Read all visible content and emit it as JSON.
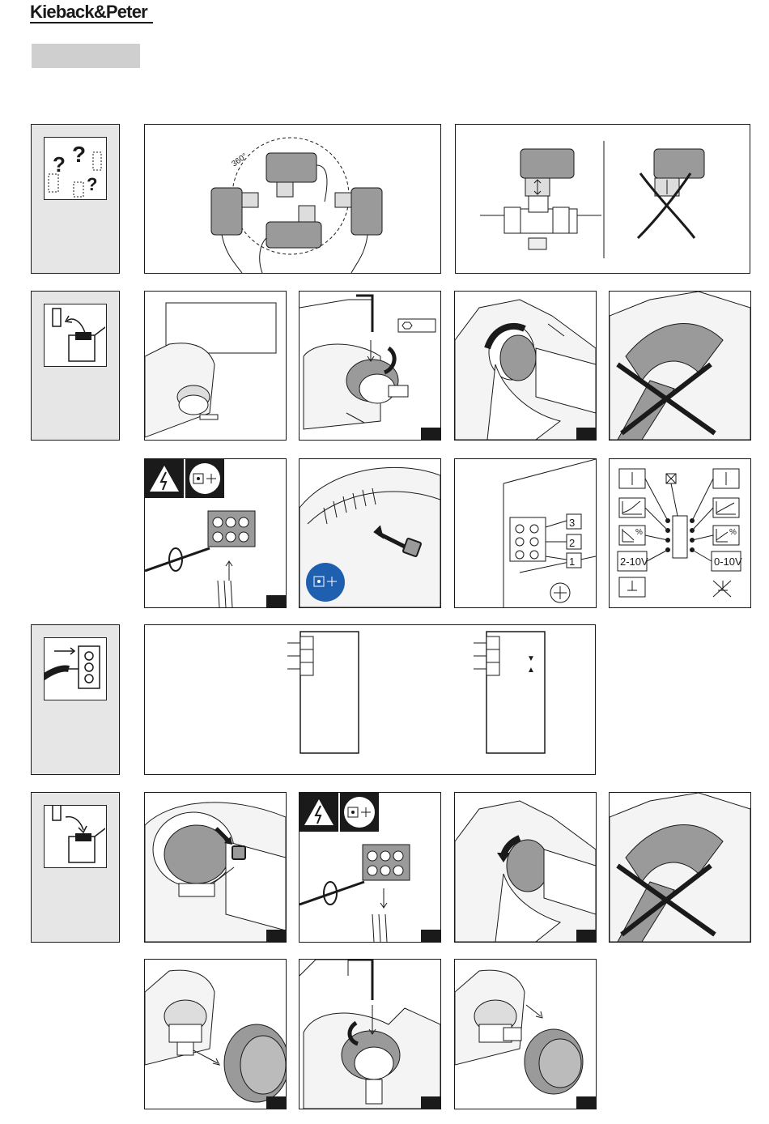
{
  "header": {
    "brand": "Kieback&Peter"
  },
  "row1": {
    "rotation_label": "360°"
  },
  "row2": {
    "callout_text": ""
  },
  "row3": {
    "terminal_labels": [
      "3",
      "2",
      "1"
    ],
    "dip_labels": {
      "left": [
        "",
        "",
        "%",
        "2-10V",
        ""
      ],
      "right": [
        "",
        "",
        "%",
        "0-10V",
        ""
      ]
    }
  },
  "row4": {
    "arrow_down": "▼",
    "arrow_up": "▲"
  },
  "colors": {
    "line": "#1a1a1a",
    "side_bg": "#e6e6e6",
    "grey": "#cfcfcf",
    "device_grey": "#9a9a9a",
    "blue": "#1f5fb0"
  },
  "icons": [
    "question-marks-icon",
    "remove-actuator-icon",
    "wiring-icon",
    "mount-actuator-icon",
    "electric-hazard-icon",
    "disconnect-power-icon"
  ]
}
